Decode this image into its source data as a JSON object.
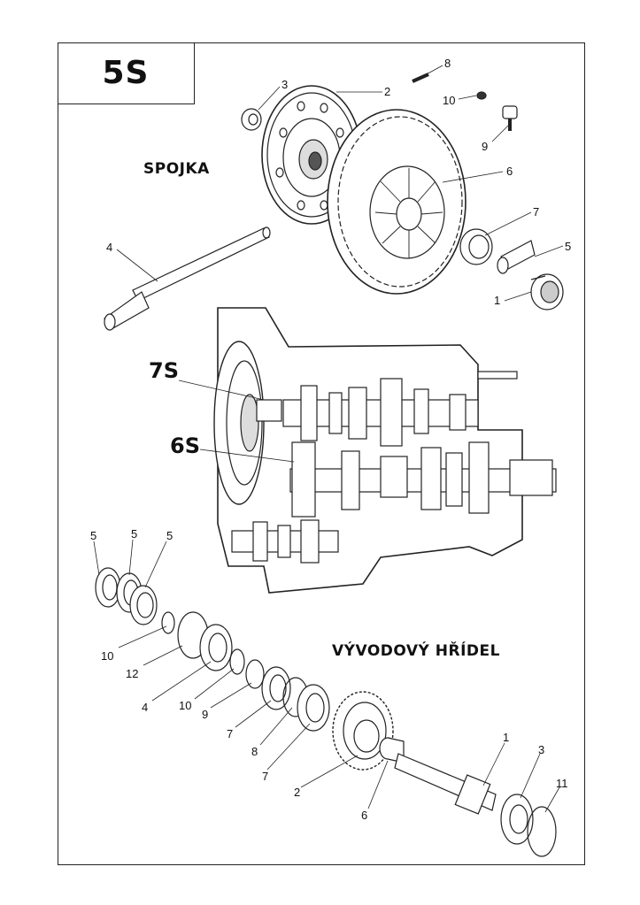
{
  "page_id": "5S",
  "sections": {
    "clutch_title": "SPOJKA",
    "pto_shaft_title": "VÝVODOVÝ HŘÍDEL"
  },
  "gearbox_refs": {
    "ref_7s": "7S",
    "ref_6s": "6S"
  },
  "clutch_callouts": [
    "8",
    "3",
    "2",
    "10",
    "9",
    "6",
    "7",
    "5",
    "4",
    "1"
  ],
  "pto_callouts": [
    "5",
    "5",
    "5",
    "10",
    "12",
    "4",
    "10",
    "9",
    "7",
    "8",
    "7",
    "2",
    "6",
    "1",
    "3",
    "11"
  ],
  "colors": {
    "line": "#222222",
    "paper": "#ffffff"
  }
}
